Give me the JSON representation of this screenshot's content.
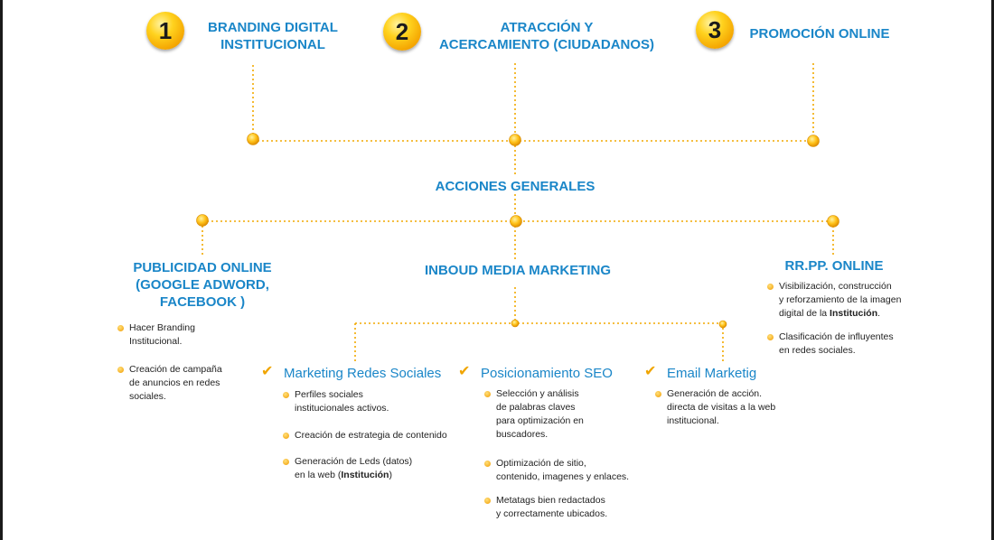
{
  "steps": [
    {
      "number": "1",
      "title_line1": "BRANDING DIGITAL",
      "title_line2": "INSTITUCIONAL"
    },
    {
      "number": "2",
      "title_line1": "ATRACCIÓN Y",
      "title_line2": "ACERCAMIENTO (CIUDADANOS)"
    },
    {
      "number": "3",
      "title_line1": "PROMOCIÓN ONLINE"
    }
  ],
  "general": {
    "title": "ACCIONES GENERALES"
  },
  "branches": {
    "publicidad": {
      "title_line1": "PUBLICIDAD ONLINE",
      "title_line2": "(GOOGLE ADWORD,",
      "title_line3": "FACEBOOK )",
      "items": [
        "Hacer Branding\nInstitucional.",
        "Creación de campaña\nde anuncios en redes\nsociales."
      ]
    },
    "inbound": {
      "title": "INBOUD MEDIA MARKETING",
      "subs": [
        {
          "title": "Marketing Redes Sociales",
          "items": [
            "Perfiles sociales\ninstitucionales activos.",
            "Creación de estrategia de contenido",
            "Generación de Leds (datos)\nen la web (",
            "Institución",
            ")"
          ]
        },
        {
          "title": "Posicionamiento SEO",
          "items": [
            "Selección y análisis\nde palabras claves\npara optimización en\nbuscadores.",
            "Optimización de sitio,\n contenido, imagenes y enlaces.",
            "Metatags bien redactados\n y correctamente ubicados."
          ]
        },
        {
          "title": "Email Marketig",
          "items": [
            "Generación de acción.\ndirecta de visitas a la web\ninstitucional."
          ]
        }
      ]
    },
    "rrpp": {
      "title": "RR.PP. ONLINE",
      "items": [
        "Visibilización, construcción\ny reforzamiento de la imagen\ndigital de la ",
        "Institución",
        ".",
        "Clasificación de influyentes\nen redes sociales."
      ]
    }
  },
  "colors": {
    "accent": "#1a86c8",
    "connector": "#f2a900"
  },
  "icons": {
    "bullet": "dot-bullet-icon",
    "check": "check-icon"
  }
}
